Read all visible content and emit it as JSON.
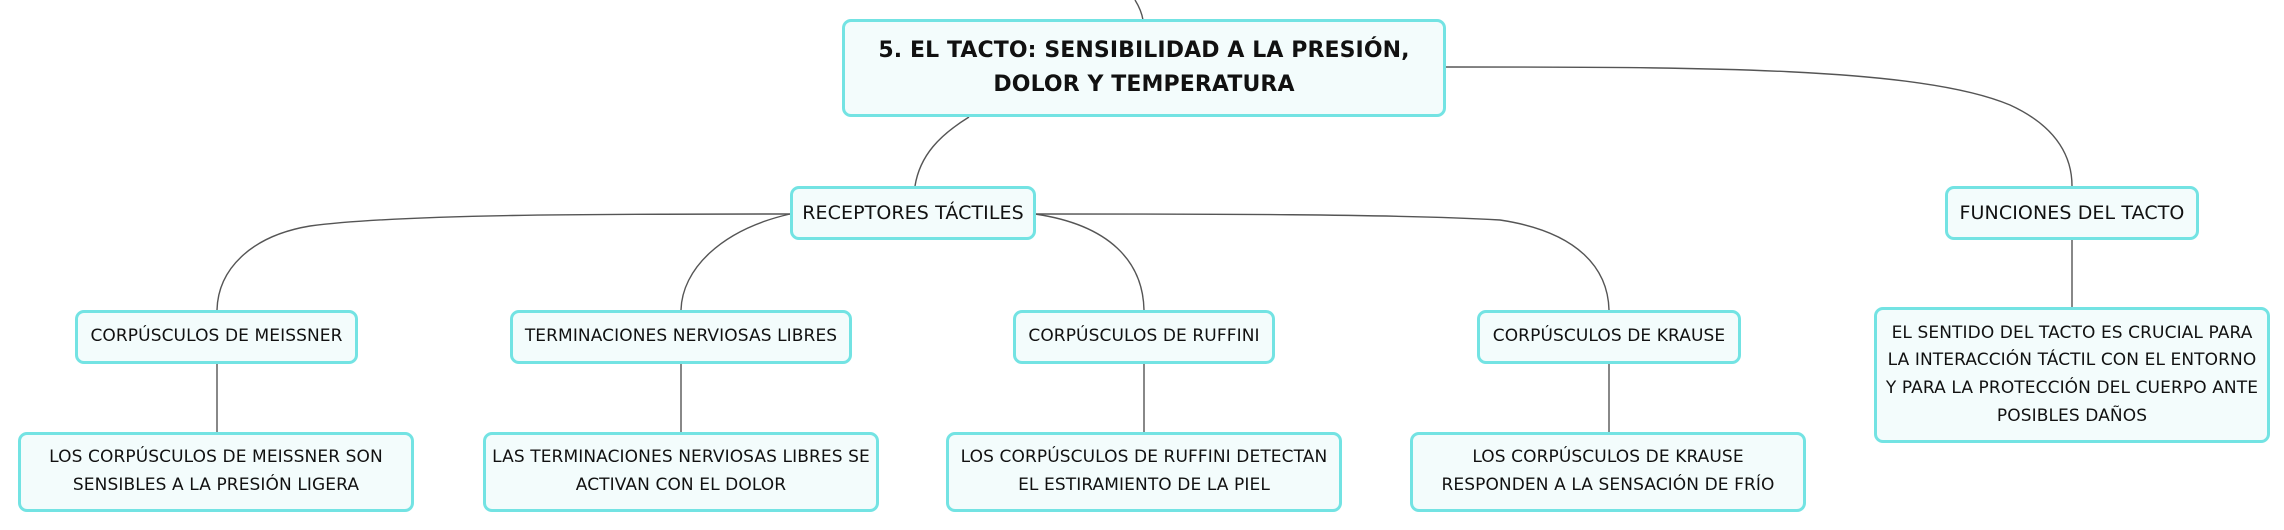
{
  "colors": {
    "node_border": "#73e3e3",
    "node_fill": "#f3fcfc",
    "edge": "#555555"
  },
  "root": {
    "label": "5. EL TACTO: SENSIBILIDAD A LA PRESIÓN, DOLOR Y TEMPERATURA"
  },
  "receptores": {
    "label": "RECEPTORES TÁCTILES"
  },
  "funciones": {
    "label": "FUNCIONES DEL TACTO"
  },
  "meissner": {
    "label": "CORPÚSCULOS DE MEISSNER",
    "detail": "LOS CORPÚSCULOS DE MEISSNER SON SENSIBLES A LA PRESIÓN LIGERA"
  },
  "terminaciones": {
    "label": "TERMINACIONES NERVIOSAS LIBRES",
    "detail": "LAS TERMINACIONES NERVIOSAS LIBRES SE ACTIVAN CON EL DOLOR"
  },
  "ruffini": {
    "label": "CORPÚSCULOS DE RUFFINI",
    "detail": "LOS CORPÚSCULOS DE RUFFINI DETECTAN EL ESTIRAMIENTO DE LA PIEL"
  },
  "krause": {
    "label": "CORPÚSCULOS DE KRAUSE",
    "detail": "LOS CORPÚSCULOS DE KRAUSE RESPONDEN A LA SENSACIÓN DE FRÍO"
  },
  "funciones_detail": {
    "detail": "EL SENTIDO DEL TACTO ES CRUCIAL PARA LA INTERACCIÓN TÁCTIL CON EL ENTORNO Y PARA LA PROTECCIÓN DEL CUERPO ANTE POSIBLES DAÑOS"
  }
}
